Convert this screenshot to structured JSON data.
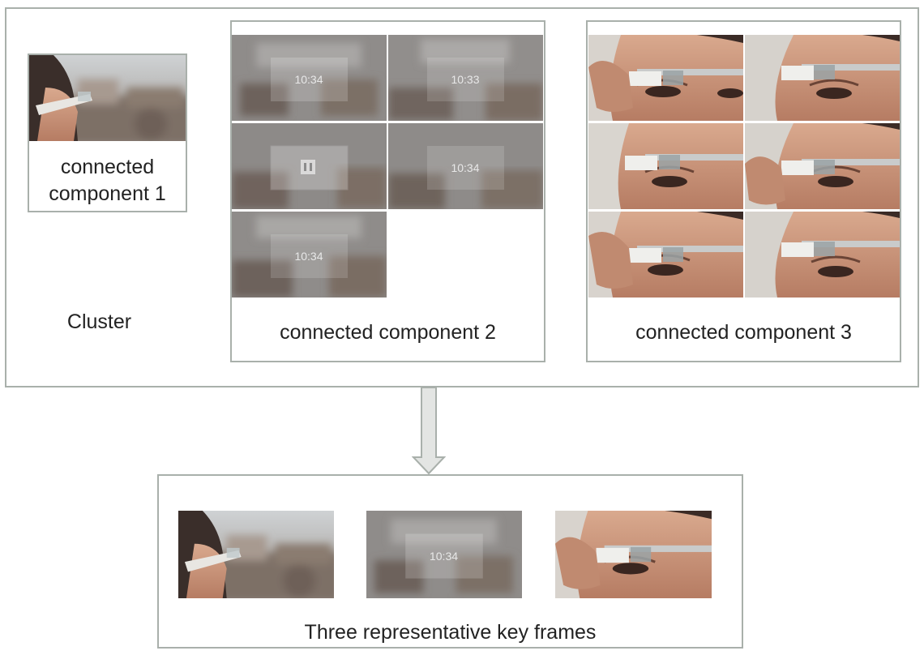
{
  "cluster": {
    "label": "Cluster",
    "components": [
      {
        "label": "connected component 1",
        "frame_count": 1
      },
      {
        "label": "connected component 2",
        "frame_count": 5,
        "frame_times": [
          "10:34",
          "10:33",
          "",
          "10:34",
          "10:34"
        ]
      },
      {
        "label": "connected component 3",
        "frame_count": 6
      }
    ]
  },
  "output": {
    "label": "Three representative key frames",
    "frames": [
      {
        "kind": "street-scene"
      },
      {
        "kind": "glass-screen",
        "time": "10:34"
      },
      {
        "kind": "face-glass"
      }
    ]
  }
}
